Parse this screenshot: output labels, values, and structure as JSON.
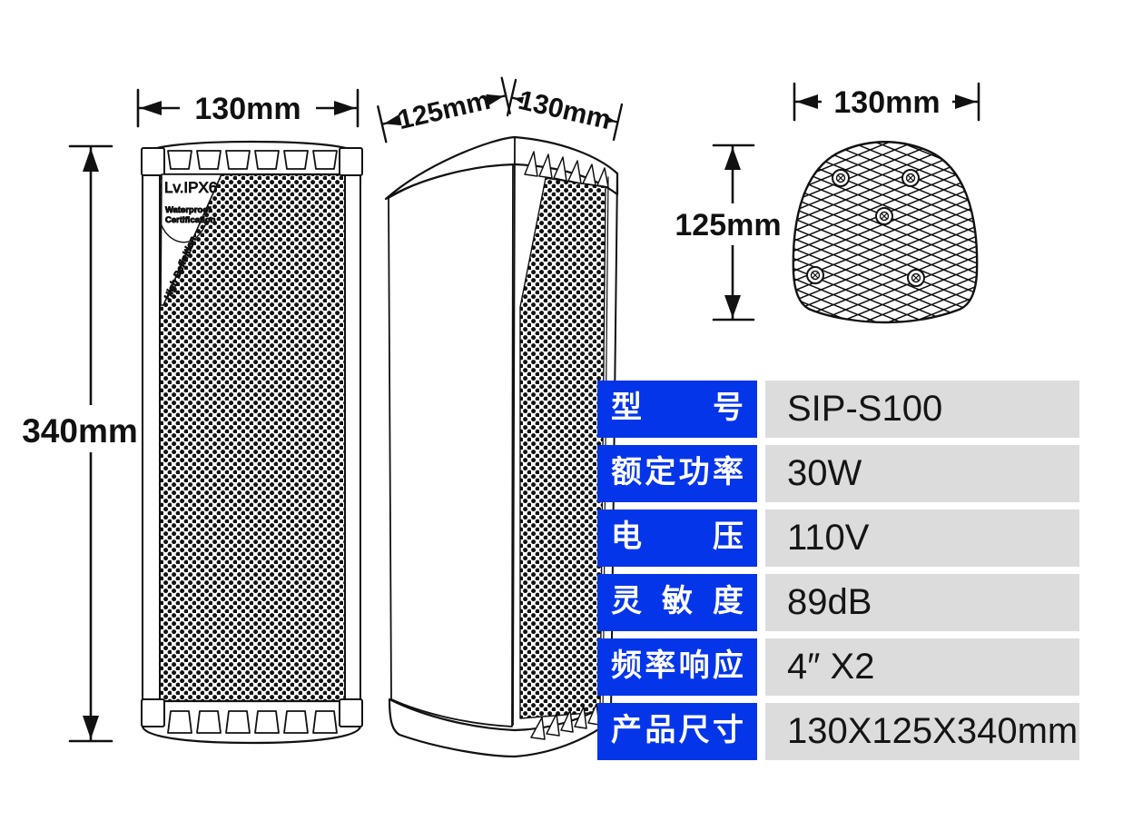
{
  "colors": {
    "accent_blue": "#0535e9",
    "value_gray": "#dcdcdc",
    "line_black": "#111111"
  },
  "badge": {
    "level": "Lv.IPX6",
    "cert_line1": "Waterproof",
    "cert_line2": "Certification",
    "diagonal_text": "High Definition"
  },
  "dimensions": {
    "front_width": "130mm",
    "front_height": "340mm",
    "persp_depth": "125mm",
    "persp_width": "130mm",
    "top_width": "130mm",
    "top_depth": "125mm"
  },
  "spec_table": {
    "rows": [
      {
        "label": "型 号",
        "value": "SIP-S100"
      },
      {
        "label": "额定功率",
        "value": "30W"
      },
      {
        "label": "电 压",
        "value": "110V"
      },
      {
        "label": "灵 敏 度",
        "value": "89dB"
      },
      {
        "label": "频率响应",
        "value": "4″ X2"
      },
      {
        "label": "产品尺寸",
        "value": "130X125X340mm"
      }
    ]
  }
}
